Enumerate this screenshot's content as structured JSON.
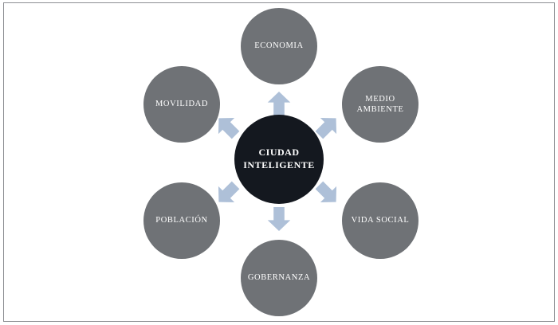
{
  "diagram": {
    "title_text": "CIUDAD INTELIGENTE",
    "background_color": "#ffffff",
    "border_color": "#8d8f93",
    "hub": {
      "label": "CIUDAD INTELIGENTE",
      "line1": "CIUDAD",
      "line2": "INTELIGENTE",
      "fill_color": "#14181f",
      "text_color": "#ffffff"
    },
    "spoke_fill_color": "#6f7276",
    "spoke_text_color": "#ffffff",
    "arrow_color": "#aec0d8",
    "nodes": [
      {
        "id": "economia",
        "label": "ECONOMIA",
        "lines": [
          "ECONOMIA"
        ],
        "position": "top",
        "arrow_direction": "up"
      },
      {
        "id": "medio-ambiente",
        "label": "MEDIO AMBIENTE",
        "lines": [
          "MEDIO",
          "AMBIENTE"
        ],
        "position": "top-right",
        "arrow_direction": "up-right"
      },
      {
        "id": "vida-social",
        "label": "VIDA SOCIAL",
        "lines": [
          "VIDA SOCIAL"
        ],
        "position": "bottom-right",
        "arrow_direction": "down-right"
      },
      {
        "id": "gobernanza",
        "label": "GOBERNANZA",
        "lines": [
          "GOBERNANZA"
        ],
        "position": "bottom",
        "arrow_direction": "down"
      },
      {
        "id": "poblacion",
        "label": "POBLACIÓN",
        "lines": [
          "POBLACIÓN"
        ],
        "position": "bottom-left",
        "arrow_direction": "down-left"
      },
      {
        "id": "movilidad",
        "label": "MOVILIDAD",
        "lines": [
          "MOVILIDAD"
        ],
        "position": "top-left",
        "arrow_direction": "up-left"
      }
    ]
  }
}
